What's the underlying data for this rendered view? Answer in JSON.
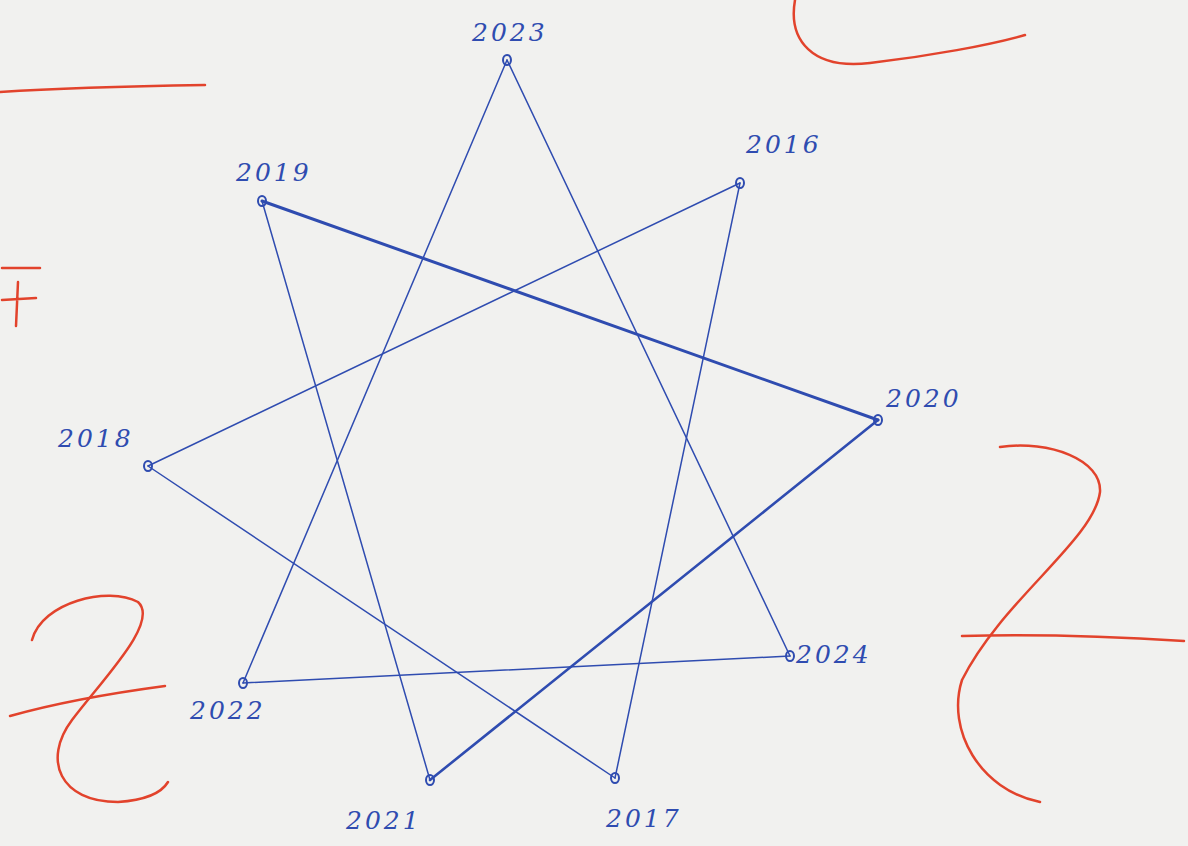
{
  "diagram": {
    "nodes": [
      {
        "text": [
          "2023"
        ]
      },
      {
        "text": [
          "2019"
        ]
      },
      {
        "text": [
          "2016"
        ]
      },
      {
        "text": [
          "2020"
        ]
      },
      {
        "text": [
          "2018"
        ]
      },
      {
        "text": [
          "2024"
        ]
      },
      {
        "text": [
          "2022"
        ]
      },
      {
        "text": [
          "2021"
        ]
      },
      {
        "text": [
          "2017"
        ]
      }
    ],
    "edges": [
      {
        "from": 0,
        "to": 6,
        "arrow": "none"
      },
      {
        "from": 0,
        "to": 5,
        "arrow": "none"
      },
      {
        "from": 6,
        "to": 5,
        "arrow": "none"
      },
      {
        "from": 1,
        "to": 3,
        "arrow": "none"
      },
      {
        "from": 1,
        "to": 7,
        "arrow": "none"
      },
      {
        "from": 3,
        "to": 7,
        "arrow": "none"
      },
      {
        "from": 2,
        "to": 4,
        "arrow": "none"
      },
      {
        "from": 2,
        "to": 8,
        "arrow": "none"
      },
      {
        "from": 4,
        "to": 8,
        "arrow": "none"
      }
    ]
  }
}
